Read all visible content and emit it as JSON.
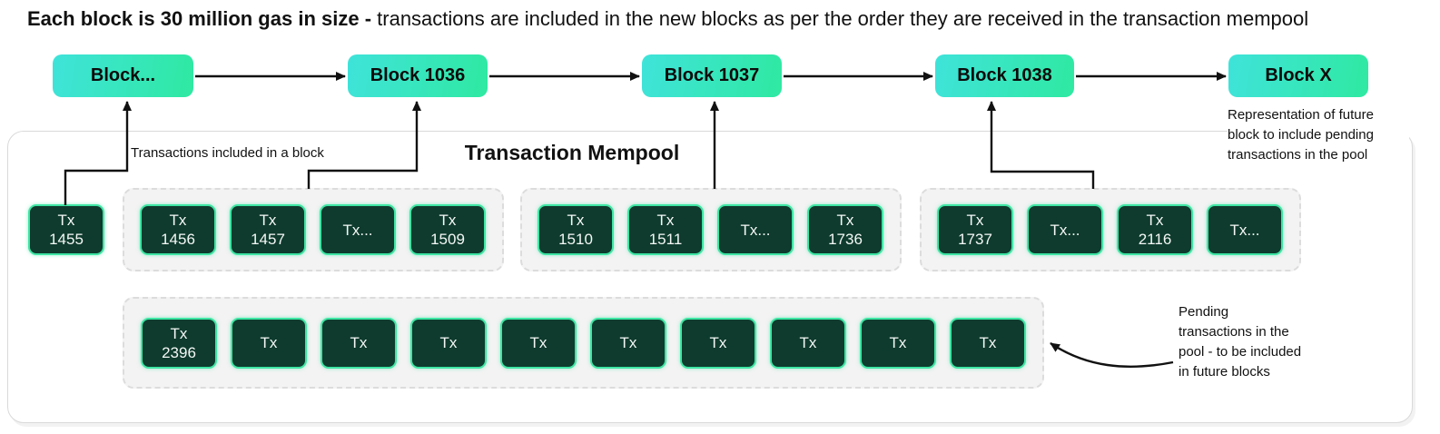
{
  "title": {
    "bold": "Each block is 30 million gas in size - ",
    "rest": "transactions are included in the new blocks as per the order they are received in the transaction mempool"
  },
  "blocks": [
    {
      "label": "Block..."
    },
    {
      "label": "Block 1036"
    },
    {
      "label": "Block 1037"
    },
    {
      "label": "Block 1038"
    },
    {
      "label": "Block X"
    }
  ],
  "annotations": {
    "future_block": "Representation of future\nblock to include pending\ntransactions in the pool",
    "included_label": "Transactions included in a block",
    "mempool_title": "Transaction Mempool",
    "pending": "Pending\ntransactions in the\npool - to be included\nin future blocks"
  },
  "mempool": {
    "standalone": {
      "line1": "Tx",
      "line2": "1455"
    },
    "groups": [
      {
        "boxes": [
          {
            "line1": "Tx",
            "line2": "1456"
          },
          {
            "line1": "Tx",
            "line2": "1457"
          },
          {
            "line1": "Tx..."
          },
          {
            "line1": "Tx",
            "line2": "1509"
          }
        ]
      },
      {
        "boxes": [
          {
            "line1": "Tx",
            "line2": "1510"
          },
          {
            "line1": "Tx",
            "line2": "1511"
          },
          {
            "line1": "Tx..."
          },
          {
            "line1": "Tx",
            "line2": "1736"
          }
        ]
      },
      {
        "boxes": [
          {
            "line1": "Tx",
            "line2": "1737"
          },
          {
            "line1": "Tx..."
          },
          {
            "line1": "Tx",
            "line2": "2116"
          },
          {
            "line1": "Tx..."
          }
        ]
      }
    ],
    "pending_group": {
      "boxes": [
        {
          "line1": "Tx",
          "line2": "2396"
        },
        {
          "line1": "Tx"
        },
        {
          "line1": "Tx"
        },
        {
          "line1": "Tx"
        },
        {
          "line1": "Tx"
        },
        {
          "line1": "Tx"
        },
        {
          "line1": "Tx"
        },
        {
          "line1": "Tx"
        },
        {
          "line1": "Tx"
        },
        {
          "line1": "Tx"
        }
      ]
    }
  },
  "colors": {
    "block_gradient_start": "#3fe3da",
    "block_gradient_end": "#2fe9a1",
    "tx_background": "#0e3b2d",
    "tx_border": "#3ee6a4",
    "group_background": "#f3f3f3",
    "group_border": "#dcdcdc",
    "container_border": "#d9d9d9",
    "connector": "#111111"
  }
}
